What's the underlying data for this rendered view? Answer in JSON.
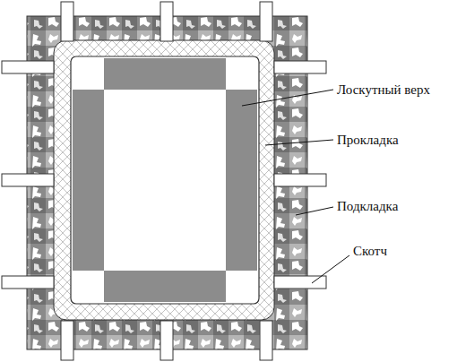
{
  "diagram": {
    "labels": [
      "Лоскутный верх",
      "Прокладка",
      "Подкладка",
      "Скотч"
    ]
  }
}
